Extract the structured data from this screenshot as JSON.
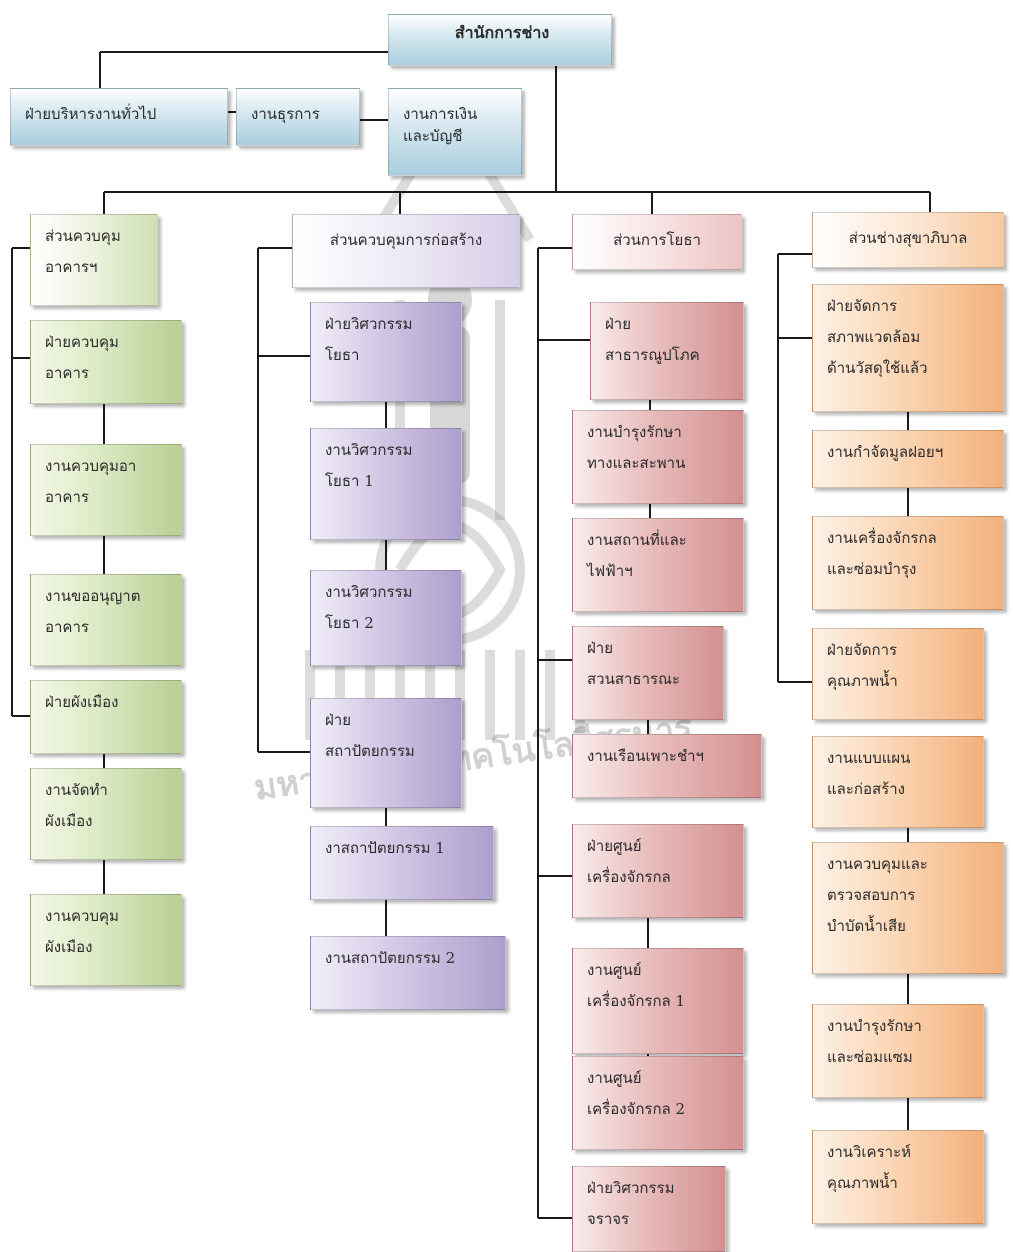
{
  "title": "สำนักการช่าง",
  "admin_units": [
    {
      "id": "general",
      "lines": [
        "ฝ่ายบริหารงานทั่วไป"
      ]
    },
    {
      "id": "clerical",
      "lines": [
        "งานธุรการ"
      ]
    },
    {
      "id": "finance",
      "lines": [
        "งานการเงิน",
        "และบัญชี"
      ]
    }
  ],
  "divisions": [
    {
      "id": "building",
      "header": [
        "ส่วนควบคุม",
        "อาคารฯ"
      ],
      "units": [
        {
          "id": "b1",
          "lines": [
            "ฝ่ายควบคุม",
            "อาคาร"
          ]
        },
        {
          "id": "b2",
          "lines": [
            "งานควบคุมอา",
            "อาคาร"
          ]
        },
        {
          "id": "b3",
          "lines": [
            "งานขออนุญาต",
            "อาคาร"
          ]
        },
        {
          "id": "b4",
          "lines": [
            "ฝ่ายผังเมือง"
          ]
        },
        {
          "id": "b5",
          "lines": [
            "งานจัดทำ",
            "ผังเมือง"
          ]
        },
        {
          "id": "b6",
          "lines": [
            "งานควบคุม",
            "ผังเมือง"
          ]
        }
      ]
    },
    {
      "id": "construction",
      "header": [
        "ส่วนควบคุมการก่อสร้าง"
      ],
      "units": [
        {
          "id": "c1",
          "lines": [
            "ฝ่ายวิศวกรรม",
            "โยธา"
          ]
        },
        {
          "id": "c2",
          "lines": [
            "งานวิศวกรรม",
            "โยธา 1"
          ]
        },
        {
          "id": "c3",
          "lines": [
            "งานวิศวกรรม",
            "โยธา 2"
          ]
        },
        {
          "id": "c4",
          "lines": [
            "ฝ่าย",
            "สถาปัตยกรรม"
          ]
        },
        {
          "id": "c5",
          "lines": [
            "งาสถาปัตยกรรม 1"
          ]
        },
        {
          "id": "c6",
          "lines": [
            "งานสถาปัตยกรรม 2"
          ]
        }
      ]
    },
    {
      "id": "publicworks",
      "header": [
        "ส่วนการโยธา"
      ],
      "units": [
        {
          "id": "p1",
          "lines": [
            "ฝ่าย",
            "สาธารณูปโภค"
          ]
        },
        {
          "id": "p2",
          "lines": [
            "งานบำรุงรักษา",
            "ทางและสะพาน"
          ]
        },
        {
          "id": "p3",
          "lines": [
            "งานสถานที่และ",
            "ไฟฟ้าฯ"
          ]
        },
        {
          "id": "p4",
          "lines": [
            "ฝ่าย",
            "สวนสาธารณะ"
          ]
        },
        {
          "id": "p5",
          "lines": [
            "งานเรือนเพาะชำฯ"
          ]
        },
        {
          "id": "p6",
          "lines": [
            "ฝ่ายศูนย์",
            "เครื่องจักรกล"
          ]
        },
        {
          "id": "p7",
          "lines": [
            "งานศูนย์",
            "เครื่องจักรกล 1"
          ]
        },
        {
          "id": "p8",
          "lines": [
            "งานศูนย์",
            "เครื่องจักรกล 2"
          ]
        },
        {
          "id": "p9",
          "lines": [
            "ฝ่ายวิศวกรรม",
            "จราจร"
          ]
        }
      ]
    },
    {
      "id": "sanitation",
      "header": [
        "ส่วนช่างสุขาภิบาล"
      ],
      "units": [
        {
          "id": "s1",
          "lines": [
            "ฝ่ายจัดการ",
            "สภาพแวดล้อม",
            "ด้านวัสดุใช้แล้ว"
          ]
        },
        {
          "id": "s2",
          "lines": [
            "งานกำจัดมูลฝอยฯ"
          ]
        },
        {
          "id": "s3",
          "lines": [
            "งานเครื่องจักรกล",
            "และซ่อมบำรุง"
          ]
        },
        {
          "id": "s4",
          "lines": [
            "ฝ่ายจัดการ",
            "คุณภาพน้ำ"
          ]
        },
        {
          "id": "s5",
          "lines": [
            "งานแบบแผน",
            "และก่อสร้าง"
          ]
        },
        {
          "id": "s6",
          "lines": [
            "งานควบคุมและ",
            "ตรวจสอบการ",
            "บำบัดน้ำเสีย"
          ]
        },
        {
          "id": "s7",
          "lines": [
            "งานบำรุงรักษา",
            "และซ่อมแซม"
          ]
        },
        {
          "id": "s8",
          "lines": [
            "งานวิเคราะห์",
            "คุณภาพน้ำ"
          ]
        }
      ]
    }
  ],
  "watermark_text": "มหาวิทยาลัยเทคโนโลยีสุรนารี"
}
